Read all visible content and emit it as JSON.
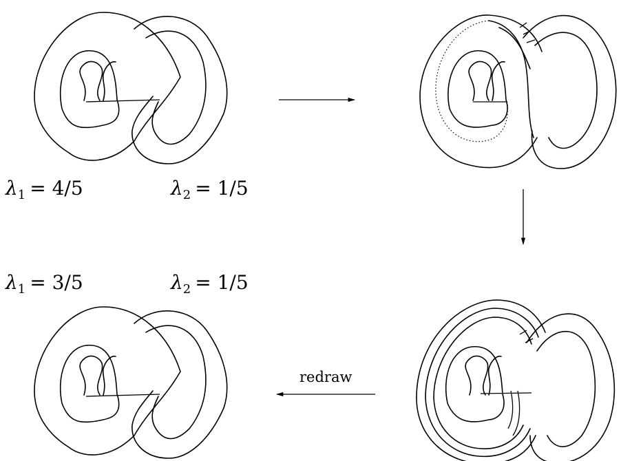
{
  "labels": {
    "top_lambda1": {
      "sym": "λ",
      "sub": "1",
      "val": "= 4/5"
    },
    "top_lambda2": {
      "sym": "λ",
      "sub": "2",
      "val": "= 1/5"
    },
    "bottom_lambda1": {
      "sym": "λ",
      "sub": "1",
      "val": "= 3/5"
    },
    "bottom_lambda2": {
      "sym": "λ",
      "sub": "2",
      "val": "= 1/5"
    },
    "redraw": "redraw"
  },
  "colors": {
    "ink": "#000000",
    "background": "#ffffff"
  }
}
